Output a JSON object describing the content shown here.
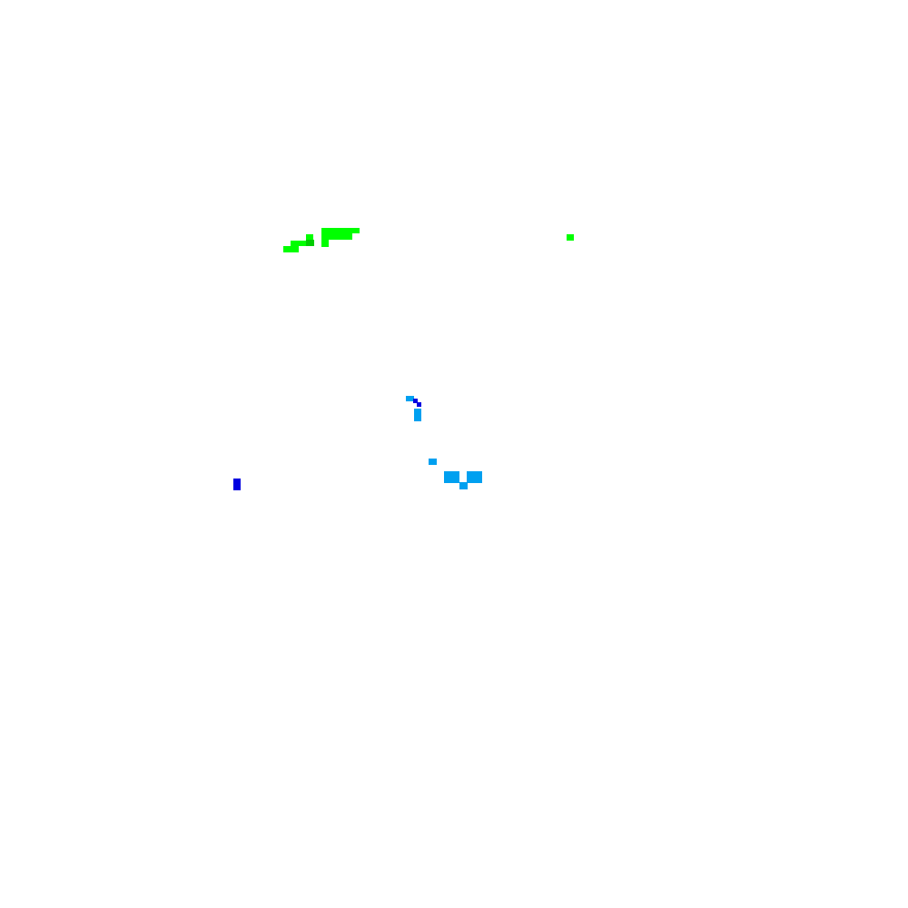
{
  "colors": {
    "background": "#ffffff",
    "bright_green": "#00ff00",
    "dark_green": "#00cc00",
    "sky_blue": "#00a0f0",
    "blue": "#0000e0"
  },
  "clusters": [
    {
      "name": "green-streak-cluster",
      "color_key": "bright_green"
    },
    {
      "name": "green-dot",
      "color_key": "bright_green"
    },
    {
      "name": "blue-hook-cluster",
      "color_key": "sky_blue"
    },
    {
      "name": "blue-bar",
      "color_key": "blue"
    },
    {
      "name": "sky-blue-cluster",
      "color_key": "sky_blue"
    }
  ]
}
